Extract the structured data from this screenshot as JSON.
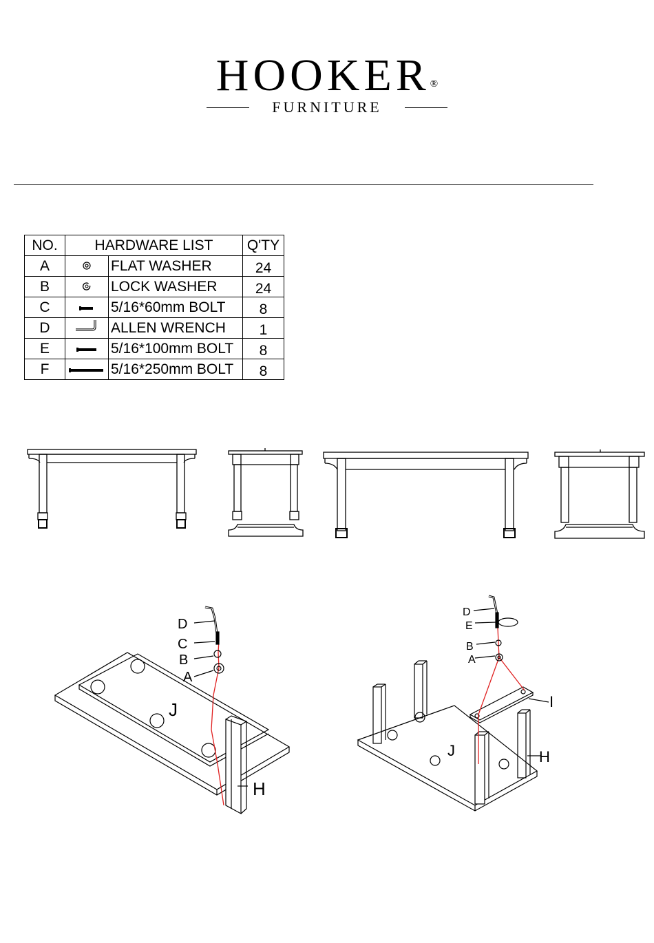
{
  "brand": {
    "name": "HOOKER",
    "registered": "®",
    "sub": "FURNITURE"
  },
  "hardware_table": {
    "headers": {
      "no": "NO.",
      "list": "HARDWARE LIST",
      "qty": "Q'TY"
    },
    "rows": [
      {
        "no": "A",
        "icon": "flat-washer-icon",
        "name": "FLAT WASHER",
        "qty": "24"
      },
      {
        "no": "B",
        "icon": "lock-washer-icon",
        "name": "LOCK WASHER",
        "qty": "24"
      },
      {
        "no": "C",
        "icon": "bolt-short-icon",
        "name": "5/16*60mm BOLT",
        "qty": "8"
      },
      {
        "no": "D",
        "icon": "allen-wrench-icon",
        "name": "ALLEN WRENCH",
        "qty": "1"
      },
      {
        "no": "E",
        "icon": "bolt-medium-icon",
        "name": "5/16*100mm BOLT",
        "qty": "8"
      },
      {
        "no": "F",
        "icon": "bolt-long-icon",
        "name": "5/16*250mm BOLT",
        "qty": "8"
      }
    ]
  },
  "step1_labels": {
    "d": "D",
    "c": "C",
    "b": "B",
    "a": "A",
    "top": "J",
    "leg": "H"
  },
  "step2_labels": {
    "d": "D",
    "e": "E",
    "b": "B",
    "a": "A",
    "top": "J",
    "leg": "H",
    "rail": "I"
  },
  "colors": {
    "line": "#000000",
    "guide": "#e02020"
  }
}
